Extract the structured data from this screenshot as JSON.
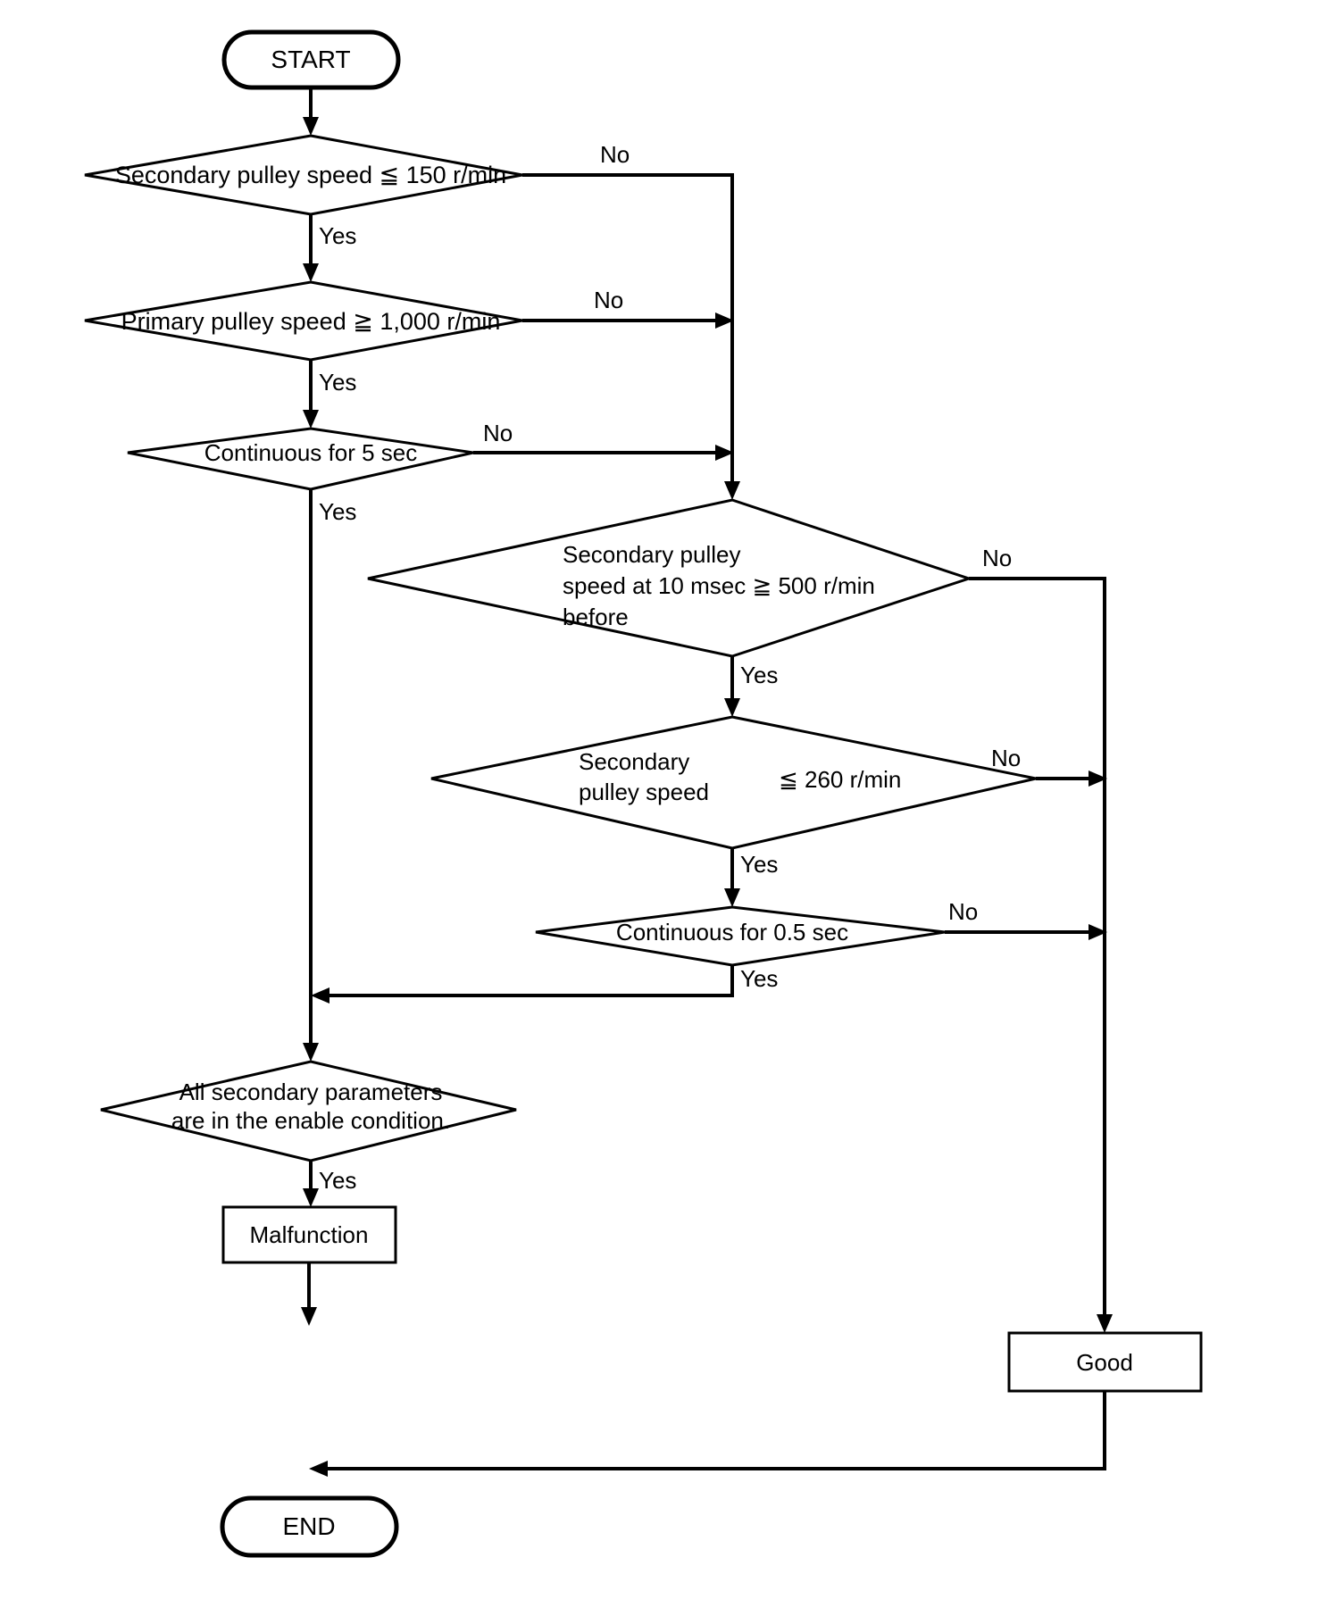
{
  "diagram": {
    "title": "CVT secondary pulley speed sensor diagnosis flowchart",
    "colors": {
      "background": "#ffffff",
      "stroke": "#000000",
      "text": "#000000"
    },
    "nodes": {
      "start": {
        "label": "START",
        "type": "terminal"
      },
      "end": {
        "label": "END",
        "type": "terminal"
      },
      "d1": {
        "type": "decision",
        "label": "Secondary pulley speed ≦ 150 r/min",
        "lines": [
          "Secondary pulley speed ≦ 150 r/min"
        ]
      },
      "d2": {
        "type": "decision",
        "label": "Primary pulley speed ≧ 1,000 r/min",
        "lines": [
          "Primary pulley speed ≧ 1,000 r/min"
        ]
      },
      "d3": {
        "type": "decision",
        "label": "Continuous for 5 sec",
        "lines": [
          "Continuous for 5 sec"
        ]
      },
      "d4": {
        "type": "decision",
        "label": "Secondary pulley speed at 10 msec ≧ 500 r/min before",
        "lines": [
          "Secondary pulley",
          "speed at 10 msec ≧  500 r/min",
          "before"
        ]
      },
      "d5": {
        "type": "decision",
        "label": "Secondary pulley speed ≦ 260 r/min",
        "lines": [
          "Secondary",
          "pulley speed"
        ],
        "trailing": "≦ 260 r/min"
      },
      "d6": {
        "type": "decision",
        "label": "Continuous for 0.5 sec",
        "lines": [
          "Continuous for 0.5 sec"
        ]
      },
      "d7": {
        "type": "decision",
        "label": "All secondary parameters are in the enable condition.",
        "lines": [
          "All secondary parameters",
          "are in the enable condition."
        ]
      },
      "malfunction": {
        "label": "Malfunction",
        "type": "process"
      },
      "good": {
        "label": "Good",
        "type": "process"
      }
    },
    "edge_labels": {
      "yes": "Yes",
      "no": "No",
      "d1_no": "No",
      "d1_yes": "Yes",
      "d2_no": "No",
      "d2_yes": "Yes",
      "d3_no": "No",
      "d3_yes": "Yes",
      "d4_no": "No",
      "d4_yes": "Yes",
      "d5_no": "No",
      "d5_yes": "Yes",
      "d6_no": "No",
      "d6_yes": "Yes",
      "d7_yes": "Yes"
    }
  }
}
